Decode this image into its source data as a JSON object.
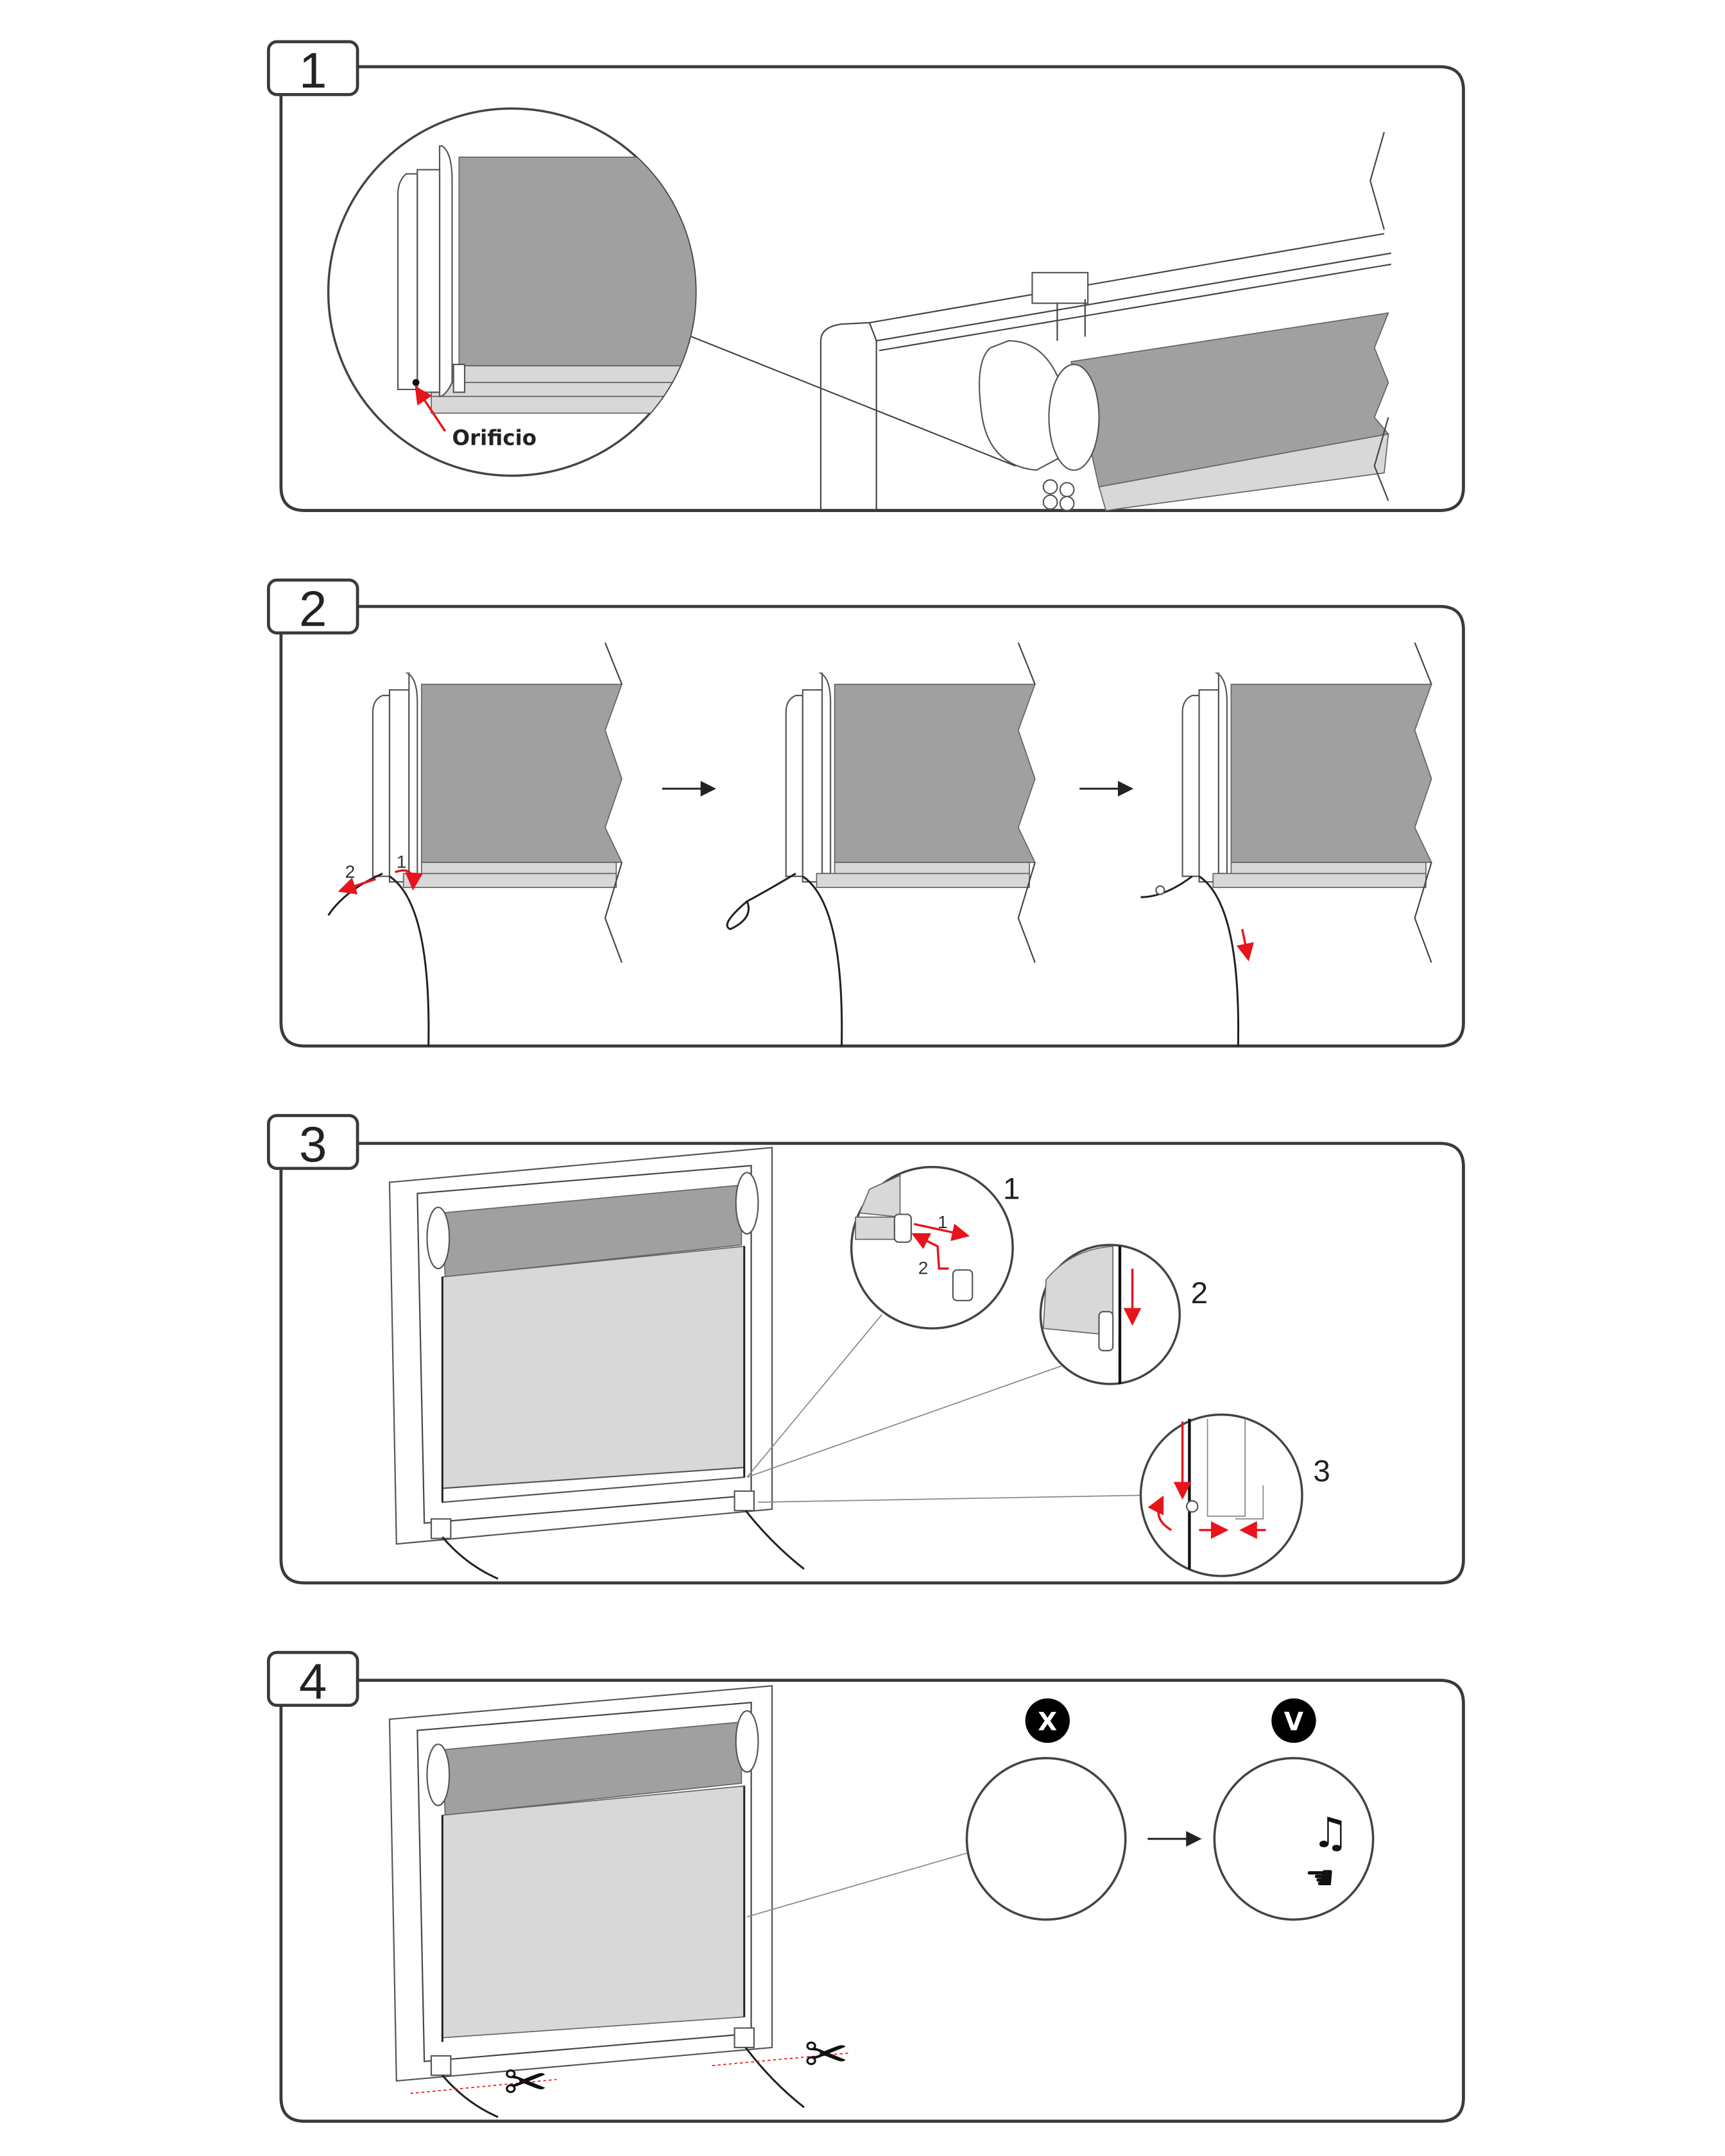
{
  "steps": [
    {
      "number": "1",
      "callout_label": "Orificio"
    },
    {
      "number": "2",
      "cord_labels": [
        "2",
        "1"
      ]
    },
    {
      "number": "3",
      "detail_labels": [
        "1",
        "2",
        "3"
      ],
      "detail1_arrow_labels": [
        "1",
        "2"
      ]
    },
    {
      "number": "4",
      "wrong_badge": "X",
      "right_badge": "V"
    }
  ],
  "colors": {
    "accent_red": "#e8141b",
    "fabric_dark": "#a0a0a0",
    "fabric_light": "#d8d8d8"
  }
}
